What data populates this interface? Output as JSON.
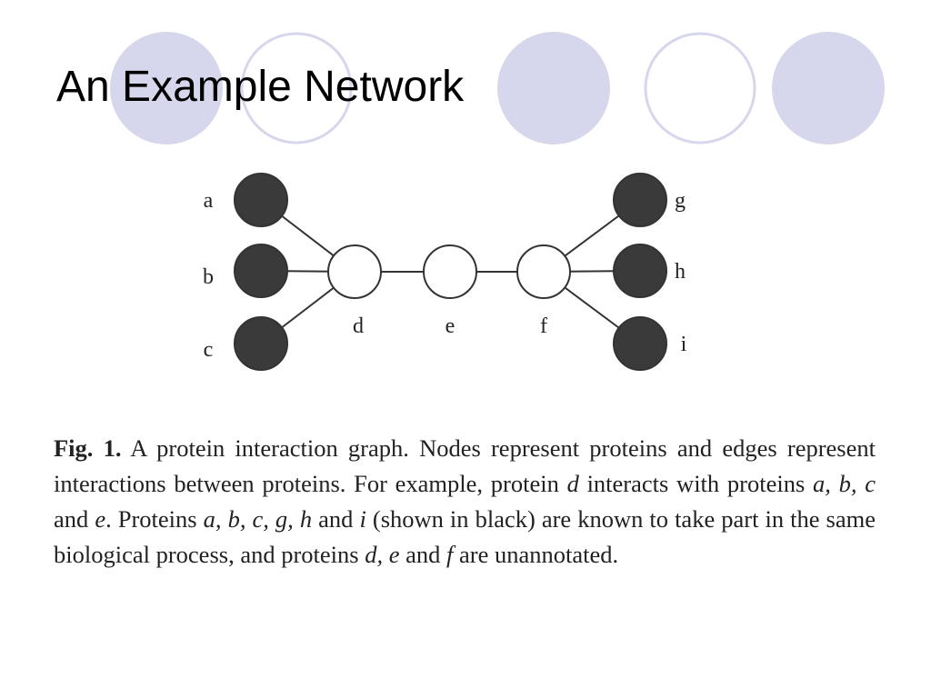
{
  "slide": {
    "title": "An Example Network"
  },
  "theme": {
    "filled_circle_color": "#d6d6ec",
    "outline_circle_color": "#d6d6ec",
    "annotated_node_color": "#3a3a3a",
    "unannotated_node_color": "#ffffff",
    "edge_color": "#333333"
  },
  "network": {
    "nodes": [
      {
        "id": "a",
        "label": "a",
        "annotated": true
      },
      {
        "id": "b",
        "label": "b",
        "annotated": true
      },
      {
        "id": "c",
        "label": "c",
        "annotated": true
      },
      {
        "id": "d",
        "label": "d",
        "annotated": false
      },
      {
        "id": "e",
        "label": "e",
        "annotated": false
      },
      {
        "id": "f",
        "label": "f",
        "annotated": false
      },
      {
        "id": "g",
        "label": "g",
        "annotated": true
      },
      {
        "id": "h",
        "label": "h",
        "annotated": true
      },
      {
        "id": "i",
        "label": "i",
        "annotated": true
      }
    ],
    "edges": [
      [
        "a",
        "d"
      ],
      [
        "b",
        "d"
      ],
      [
        "c",
        "d"
      ],
      [
        "d",
        "e"
      ],
      [
        "e",
        "f"
      ],
      [
        "f",
        "g"
      ],
      [
        "f",
        "h"
      ],
      [
        "f",
        "i"
      ]
    ]
  },
  "caption": {
    "fig_label": "Fig. 1.",
    "t1": " A protein interaction graph. Nodes represent proteins and edges represent interactions between proteins. For example, protein ",
    "m1": "d",
    "t2": " interacts with proteins ",
    "m2": "a, b, c",
    "t3": " and ",
    "m3": "e",
    "t4": ". Proteins ",
    "m4": "a, b, c, g, h",
    "t5": " and ",
    "m5": "i",
    "t6": " (shown in black) are known to take part in the same biological process, and proteins ",
    "m6": "d, e",
    "t7": " and ",
    "m7": "f",
    "t8": " are unannotated."
  }
}
